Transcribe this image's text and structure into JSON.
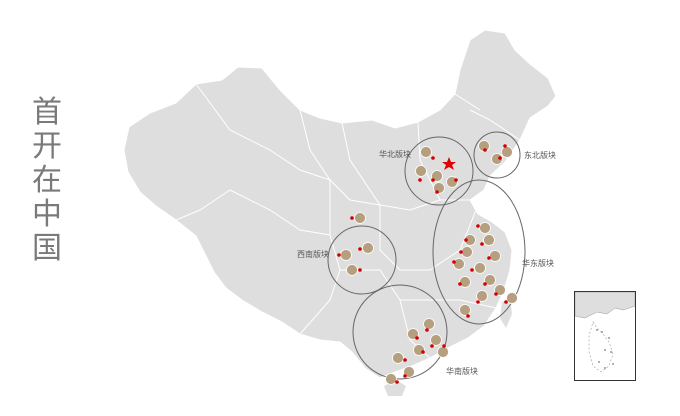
{
  "title_chars": [
    "首",
    "开",
    "在",
    "中",
    "国"
  ],
  "regions": [
    {
      "id": "north",
      "label": "华北版块"
    },
    {
      "id": "northeast",
      "label": "东北版块"
    },
    {
      "id": "southwest",
      "label": "西南版块"
    },
    {
      "id": "east",
      "label": "华东版块"
    },
    {
      "id": "south",
      "label": "华南版块"
    }
  ],
  "colors": {
    "land": "#dedede",
    "border": "#ffffff",
    "circle": "#666666",
    "city_dot": "#d40000",
    "badge": "#b59f7f",
    "capital_star": "#e00000",
    "title": "#7a7a7a"
  },
  "capital_icon": "star-icon",
  "inset_label": "south-china-sea-inset"
}
